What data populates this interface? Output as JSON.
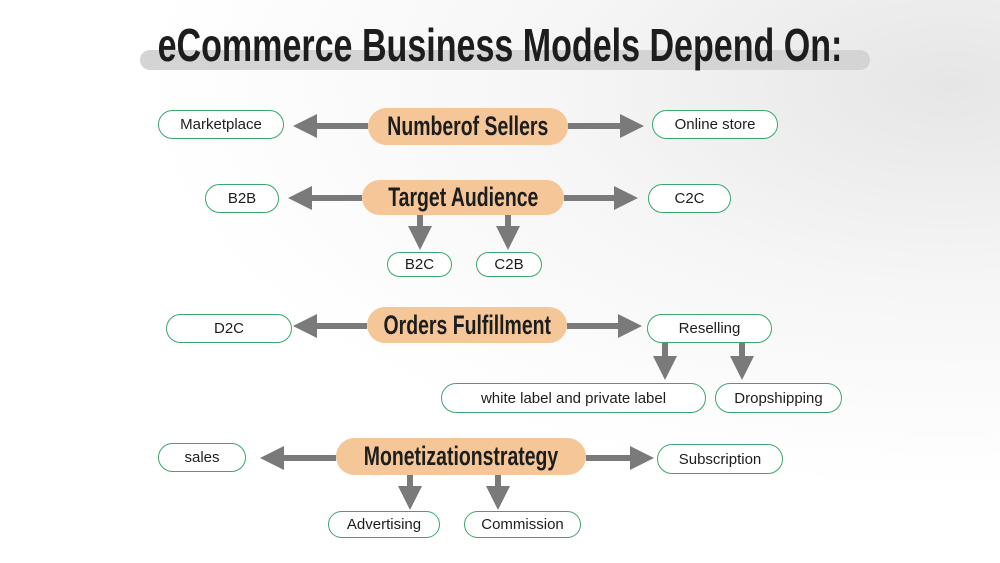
{
  "title": "eCommerce Business Models Depend On:",
  "groups": [
    {
      "hub": "Numberof Sellers",
      "left": "Marketplace",
      "right": "Online store"
    },
    {
      "hub": "Target Audience",
      "left": "B2B",
      "right": "C2C",
      "below": [
        "B2C",
        "C2B"
      ]
    },
    {
      "hub": "Orders Fulfillment",
      "left": "D2C",
      "right": "Reselling",
      "right_below": [
        "white label and private label",
        "Dropshipping"
      ]
    },
    {
      "hub": "Monetizationstrategy",
      "left": "sales",
      "right": "Subscription",
      "below": [
        "Advertising",
        "Commission"
      ]
    }
  ],
  "colors": {
    "hub": "#f5c697",
    "leaf_border": "#3aa76d",
    "arrow": "#7a7a7a"
  }
}
